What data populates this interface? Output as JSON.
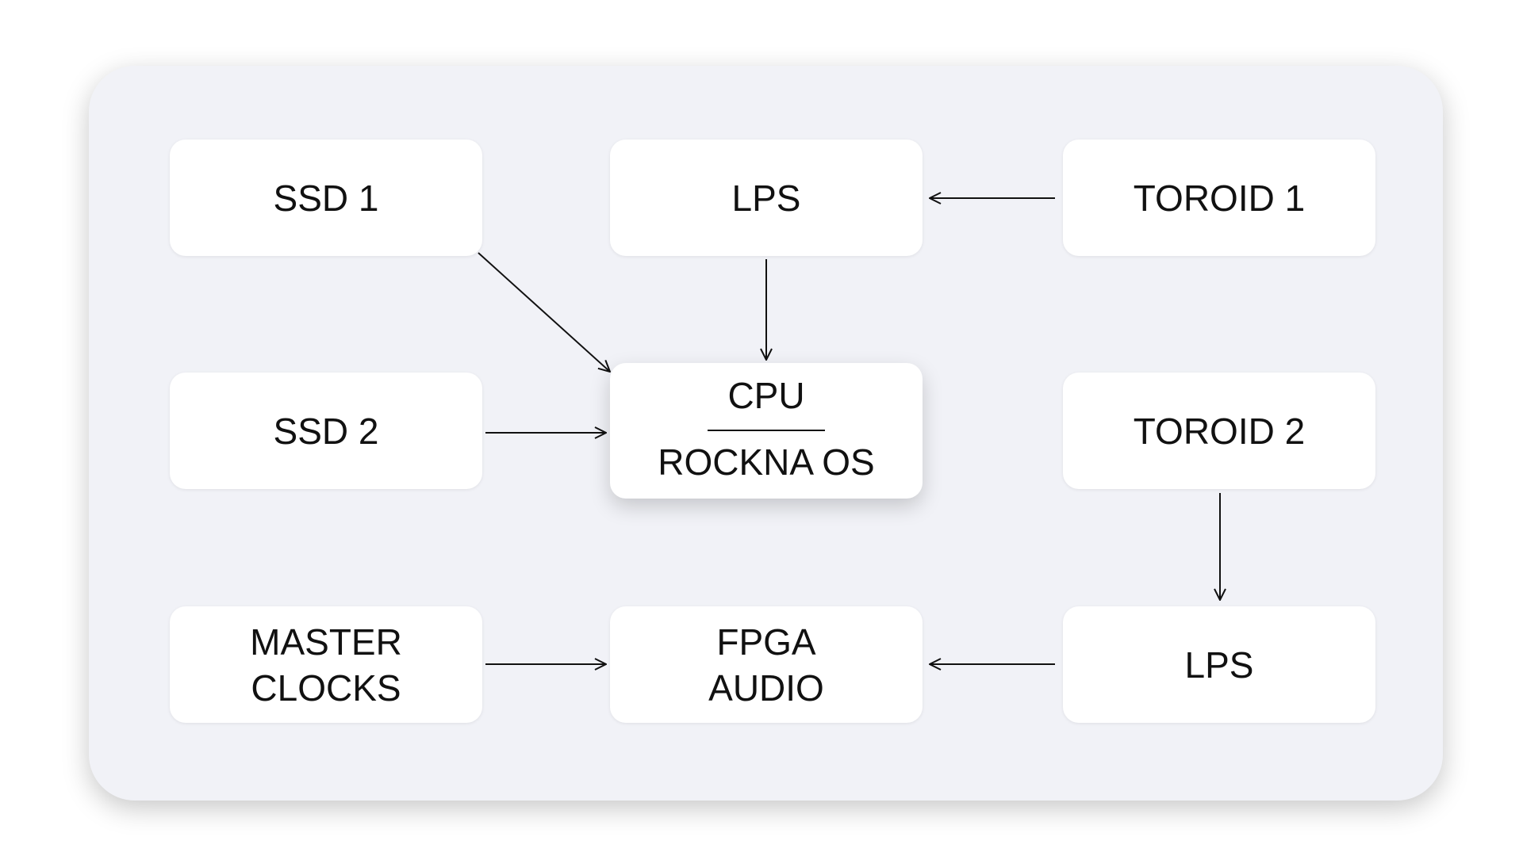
{
  "diagram": {
    "nodes": {
      "ssd1": {
        "label": "SSD 1"
      },
      "lps_top": {
        "label": "LPS"
      },
      "toroid1": {
        "label": "TOROID 1"
      },
      "ssd2": {
        "label": "SSD 2"
      },
      "cpu": {
        "title": "CPU",
        "subtitle": "ROCKNA OS"
      },
      "toroid2": {
        "label": "TOROID 2"
      },
      "master_clocks": {
        "line1": "MASTER",
        "line2": "CLOCKS"
      },
      "fpga_audio": {
        "line1": "FPGA",
        "line2": "AUDIO"
      },
      "lps_bottom": {
        "label": "LPS"
      }
    },
    "edges": [
      {
        "from": "toroid1",
        "to": "lps_top"
      },
      {
        "from": "ssd1",
        "to": "cpu"
      },
      {
        "from": "lps_top",
        "to": "cpu"
      },
      {
        "from": "ssd2",
        "to": "cpu"
      },
      {
        "from": "toroid2",
        "to": "lps_bottom"
      },
      {
        "from": "master_clocks",
        "to": "fpga_audio"
      },
      {
        "from": "lps_bottom",
        "to": "fpga_audio"
      }
    ],
    "colors": {
      "panel": "#f1f2f7",
      "node": "#ffffff",
      "text": "#111111",
      "arrow": "#111111"
    }
  }
}
